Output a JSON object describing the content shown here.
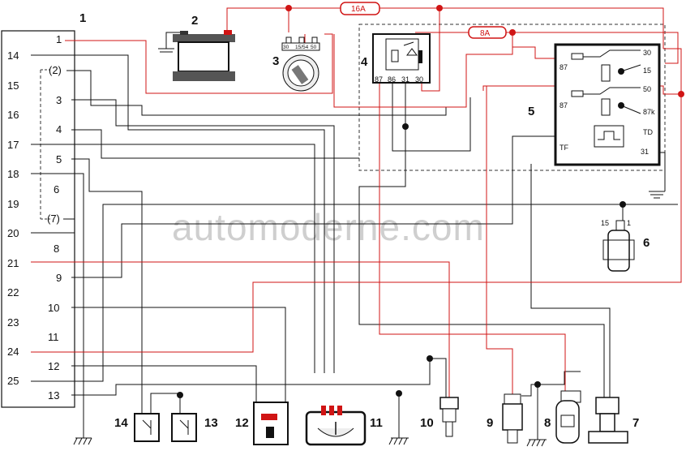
{
  "diagram": {
    "watermark": "automoderne.com",
    "components": {
      "c1": "1",
      "c2": "2",
      "c3": "3",
      "c4": "4",
      "c5": "5",
      "c6": "6",
      "c7": "7",
      "c8": "8",
      "c9": "9",
      "c10": "10",
      "c11": "11",
      "c12": "12",
      "c13": "13",
      "c14": "14"
    },
    "fuses": {
      "f1": "16A",
      "f2": "8A"
    },
    "connector_pins": {
      "p1": "1",
      "p2": "(2)",
      "p3": "3",
      "p4": "4",
      "p5": "5",
      "p6": "6",
      "p7": "(7)",
      "p8": "8",
      "p9": "9",
      "p10": "10",
      "p11": "11",
      "p12": "12",
      "p13": "13",
      "p14": "14",
      "p15": "15",
      "p16": "16",
      "p17": "17",
      "p18": "18",
      "p19": "19",
      "p20": "20",
      "p21": "21",
      "p22": "22",
      "p23": "23",
      "p24": "24",
      "p25": "25"
    },
    "relay4_pins": {
      "a": "87",
      "b": "86",
      "c": "31",
      "d": "30"
    },
    "ignition_pins": {
      "a": "30",
      "b": "15/54",
      "c": "50"
    },
    "module5_pins": {
      "l1": "87",
      "l2": "87",
      "l3": "TF",
      "r1": "30",
      "r2": "15",
      "r3": "50",
      "r4": "87k",
      "r5": "TD",
      "r6": "31"
    },
    "coil6_pins": {
      "a": "15",
      "b": "1"
    },
    "colors": {
      "wire": "#111111",
      "power": "#d01414",
      "dashed": "#333333"
    }
  }
}
